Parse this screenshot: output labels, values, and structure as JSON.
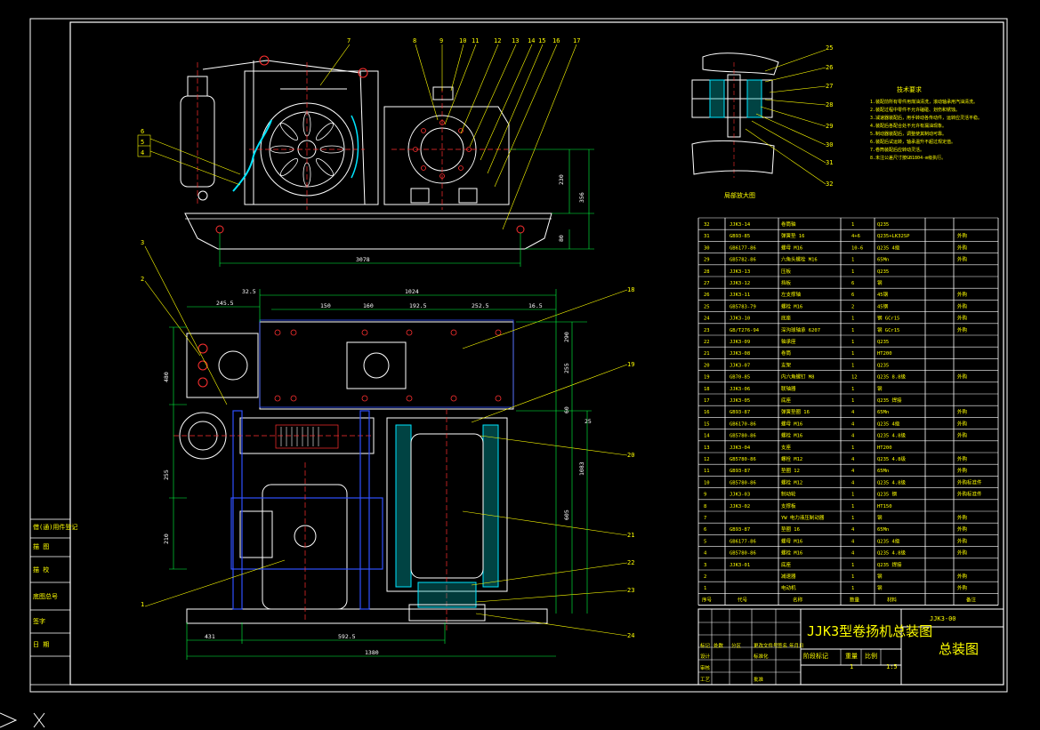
{
  "title_block": {
    "title": "JJK3型卷扬机总装图",
    "drawing_no": "JJK3-00",
    "drawing_name": "总装图",
    "scale": "1:5",
    "sheet": "1",
    "row_labels": [
      "标记",
      "处数",
      "分区",
      "更改文件号",
      "签名",
      "年月日"
    ],
    "role_labels": [
      "设计",
      "审核",
      "工艺",
      "标准化",
      "批准"
    ],
    "stage_labels": [
      "阶段标记",
      "重量",
      "比例"
    ]
  },
  "left_strip": [
    "借(通)用件登记",
    "描 图",
    "描 校",
    "底图总号",
    "签字",
    "日 期"
  ],
  "bom_headers": [
    "序号",
    "代号",
    "名称",
    "数量",
    "材料",
    "备注"
  ],
  "bom": [
    {
      "no": "32",
      "code": "JJK3-14",
      "name": "卷筒轴",
      "qty": "1",
      "mat": "Q235",
      "note": ""
    },
    {
      "no": "31",
      "code": "GB93-85",
      "name": "弹簧垫 16",
      "qty": "4+6",
      "mat": "Q235+LK32SP",
      "note": "外购"
    },
    {
      "no": "30",
      "code": "GB6177-86",
      "name": "螺母 M16",
      "qty": "10-6",
      "mat": "Q235 4级",
      "note": "外购"
    },
    {
      "no": "29",
      "code": "GB5782-86",
      "name": "六角头螺栓 M16",
      "qty": "1",
      "mat": "65Mn",
      "note": "外购"
    },
    {
      "no": "28",
      "code": "JJK3-13",
      "name": "压板",
      "qty": "1",
      "mat": "Q235",
      "note": ""
    },
    {
      "no": "27",
      "code": "JJK3-12",
      "name": "挡板",
      "qty": "6",
      "mat": "钢",
      "note": ""
    },
    {
      "no": "26",
      "code": "JJK3-11",
      "name": "左支撑轴",
      "qty": "6",
      "mat": "45钢",
      "note": "外购"
    },
    {
      "no": "25",
      "code": "GB5783-79",
      "name": "螺栓 M16",
      "qty": "2",
      "mat": "45钢",
      "note": "外购"
    },
    {
      "no": "24",
      "code": "JJK3-10",
      "name": "底座",
      "qty": "1",
      "mat": "钢 GCr15",
      "note": "外购"
    },
    {
      "no": "23",
      "code": "GB/T276-94",
      "name": "深沟球轴承 6207",
      "qty": "1",
      "mat": "钢 GCr15",
      "note": "外购"
    },
    {
      "no": "22",
      "code": "JJK3-09",
      "name": "轴承座",
      "qty": "1",
      "mat": "Q235",
      "note": ""
    },
    {
      "no": "21",
      "code": "JJK3-08",
      "name": "卷筒",
      "qty": "1",
      "mat": "HT200",
      "note": ""
    },
    {
      "no": "20",
      "code": "JJK3-07",
      "name": "支架",
      "qty": "1",
      "mat": "Q235",
      "note": ""
    },
    {
      "no": "19",
      "code": "GB70-85",
      "name": "内六角螺钉 M8",
      "qty": "12",
      "mat": "Q235 8.8级",
      "note": "外购"
    },
    {
      "no": "18",
      "code": "JJK3-06",
      "name": "联轴器",
      "qty": "1",
      "mat": "钢",
      "note": ""
    },
    {
      "no": "17",
      "code": "JJK3-05",
      "name": "底座",
      "qty": "1",
      "mat": "Q235 焊接",
      "note": ""
    },
    {
      "no": "16",
      "code": "GB93-87",
      "name": "弹簧垫圈 16",
      "qty": "4",
      "mat": "65Mn",
      "note": "外购"
    },
    {
      "no": "15",
      "code": "GB6170-86",
      "name": "螺母 M16",
      "qty": "4",
      "mat": "Q235 4级",
      "note": "外购"
    },
    {
      "no": "14",
      "code": "GB5780-86",
      "name": "螺栓 M16",
      "qty": "4",
      "mat": "Q235 4.8级",
      "note": "外购"
    },
    {
      "no": "13",
      "code": "JJK3-04",
      "name": "支座",
      "qty": "1",
      "mat": "HT200",
      "note": ""
    },
    {
      "no": "12",
      "code": "GB5780-86",
      "name": "螺栓 M12",
      "qty": "4",
      "mat": "Q235 4.8级",
      "note": "外购"
    },
    {
      "no": "11",
      "code": "GB93-87",
      "name": "垫圈 12",
      "qty": "4",
      "mat": "65Mn",
      "note": "外购"
    },
    {
      "no": "10",
      "code": "GB5780-86",
      "name": "螺栓 M12",
      "qty": "4",
      "mat": "Q235 4.8级",
      "note": "外购标准件"
    },
    {
      "no": "9",
      "code": "JJK3-03",
      "name": "制动轮",
      "qty": "1",
      "mat": "Q235 钢",
      "note": "外购标准件"
    },
    {
      "no": "8",
      "code": "JJK3-02",
      "name": "支撑板",
      "qty": "1",
      "mat": "HT150",
      "note": ""
    },
    {
      "no": "7",
      "code": "",
      "name": "YW 电力液压制动器",
      "qty": "1",
      "mat": "钢",
      "note": "外购"
    },
    {
      "no": "6",
      "code": "GB93-87",
      "name": "垫圈 16",
      "qty": "4",
      "mat": "65Mn",
      "note": "外购"
    },
    {
      "no": "5",
      "code": "GB6177-86",
      "name": "螺母 M16",
      "qty": "4",
      "mat": "Q235 4级",
      "note": "外购"
    },
    {
      "no": "4",
      "code": "GB5780-86",
      "name": "螺栓 M16",
      "qty": "4",
      "mat": "Q235 4.8级",
      "note": "外购"
    },
    {
      "no": "3",
      "code": "JJK3-01",
      "name": "底座",
      "qty": "1",
      "mat": "Q235 焊接",
      "note": ""
    },
    {
      "no": "2",
      "code": "",
      "name": "减速器",
      "qty": "1",
      "mat": "钢",
      "note": "外购"
    },
    {
      "no": "1",
      "code": "",
      "name": "电动机",
      "qty": "1",
      "mat": "钢",
      "note": "外购"
    }
  ],
  "tech_req_title": "技术要求",
  "tech_req": [
    "1.装配前所有零件用煤油清洗，滚动轴承用汽油清洗。",
    "2.装配过程中零件不允许磕碰、划伤和锈蚀。",
    "3.减速器装配后，用手转动各传动件，运转应灵活平稳。",
    "4.装配后各配合处不允许有漏油现象。",
    "5.制动器装配后，调整使其制动可靠。",
    "6.装配后试运转，轴承温升不超过规定值。",
    "7.卷筒装配后应转动灵活。",
    "8.未注公差尺寸按GB1804-m级执行。"
  ],
  "detail_caption": "局部放大图",
  "top_callouts": [
    "7",
    "8",
    "9",
    "10",
    "11",
    "12",
    "13",
    "14",
    "15",
    "16",
    "17"
  ],
  "left_callouts": [
    "6",
    "5",
    "4",
    "3",
    "2",
    "1"
  ],
  "right_callouts": [
    "18",
    "19",
    "20",
    "21",
    "22",
    "23",
    "24"
  ],
  "detail_callouts": [
    "25",
    "26",
    "27",
    "28",
    "29",
    "30",
    "31",
    "32"
  ],
  "dims": {
    "top_width": "3078",
    "top_height_a": "230",
    "top_height_b": "356",
    "top_height_c": "80",
    "plan_a": "32.5",
    "plan_b": "245.5",
    "plan_c": "1024",
    "plan_d": "150",
    "plan_e": "160",
    "plan_f": "192.5",
    "plan_g": "252.5",
    "plan_h": "16.5",
    "plan_left_a": "480",
    "plan_left_b": "255",
    "plan_left_c": "210",
    "plan_right_a": "290",
    "plan_right_b": "255",
    "plan_right_c": "60",
    "plan_right_d": "605",
    "plan_right_e": "1083",
    "plan_right_f": "25",
    "plan_bottom_a": "431",
    "plan_bottom_b": "592.5",
    "plan_bottom_c": "1380"
  }
}
